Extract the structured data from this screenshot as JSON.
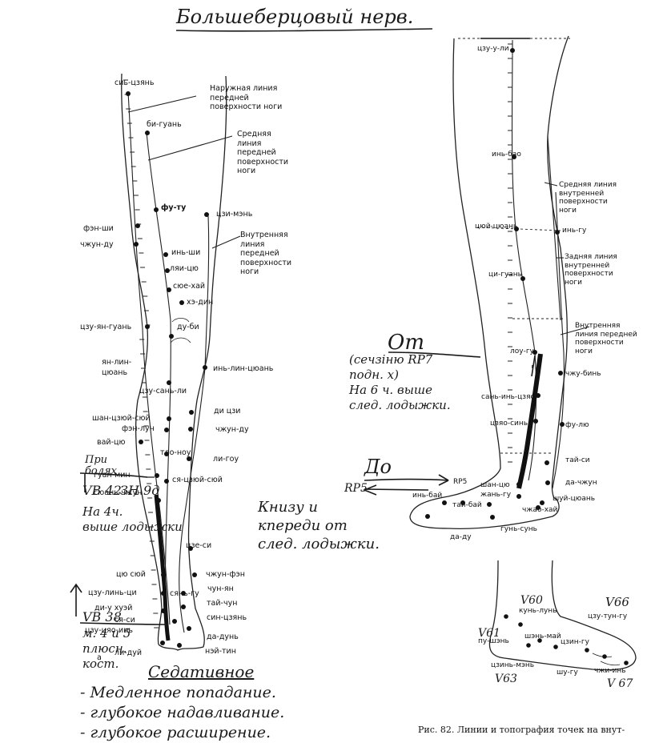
{
  "title": "Большеберцовый нерв.",
  "figure_caption": "Рис. 82. Линии и топография точек на внут-",
  "front_leg": {
    "lines": {
      "outer": "Наружная линия\nпередней\nповерхности ноги",
      "middle": "Средняя\nлиния\nпередней\nповерхности\nноги",
      "inner": "Внутренняя\nлиния\nпередней\nповерхности\nноги"
    },
    "points": [
      "сиь-цзянь",
      "би-гуань",
      "фэн-ши",
      "чжун-ду",
      "фу-ту",
      "цзи-мэнь",
      "инь-ши",
      "ляи-цю",
      "сюе-хай",
      "хэ-дин",
      "цзу-ян-гуань",
      "ду-би",
      "ян-лин-",
      "цюань",
      "инь-лин-цюань",
      "цзу-сань-ли",
      "ди цзи",
      "шан-цзюй-сюй",
      "фэн-лун",
      "чжун-ду",
      "вай-цю",
      "тло-ноу",
      "ли-гоу",
      "гуан-мин",
      "ся-цзюй-сюй",
      "сюань-чжун",
      "цзе-си",
      "цю сюй",
      "чжун-фэн",
      "цзу-линь-ци",
      "чун-ян",
      "ди-у хуэй",
      "сянь-гу",
      "тай-чун",
      "ся-си",
      "син-цзянь",
      "цзу-цяо-инь",
      "да-дунь",
      "ли-дуй",
      "нэй-тин",
      "а"
    ]
  },
  "side_leg": {
    "lines": {
      "middle_inner": "Средняя линия\nвнутренней\nповерхности\nноги",
      "posterior_inner": "Задняя линия\nвнутренней\nповерхности\nноги",
      "inner_anterior": "Внутренняя\nлиния передней\nповерхности\nноги"
    },
    "points": [
      "цзу-у-ли",
      "инь-бао",
      "цюй-цюань",
      "инь-гу",
      "ци-гуань",
      "лоу-гу",
      "чжу-бинь",
      "сань-инь-цзяо",
      "цзяо-синь",
      "фу-лю",
      "тай-си",
      "да-чжун",
      "шан-цю",
      "RP5",
      "жань-гу",
      "шуй-цюань",
      "инь-бай",
      "тай-бай",
      "чжао-хай",
      "да-ду",
      "гунь-сунь"
    ]
  },
  "foot_detail": {
    "points": [
      "кунь-лунь",
      "V60",
      "пу-шэнь",
      "V61",
      "шэнь-май",
      "цзин-гу",
      "цзу-тун-гу",
      "V66",
      "цзинь-мэнь",
      "V63",
      "шу-гу",
      "чжи-инь",
      "V 67"
    ]
  },
  "handwritten": {
    "ot_title": "От",
    "ot_note": "(сечзіню RP7\nподн. х)\nНа 6 ч. выше\nслед. лодыжки.",
    "do_title": "До",
    "do_note": "RP5",
    "below_note": "Книзу и\nкпереди от\nслед. лодыжки.",
    "left_note1": "При\nболях",
    "left_vb": "VB 42",
    "left_vb2": "ЗН 9д",
    "left_note2": "На 4ч.\nвыше лодыжки",
    "vb38": "VB 38",
    "m45": "м. 4 и 5\nплюсн.\nкост.",
    "sedative": "Седативное",
    "line1": "- Медленное попадание.",
    "line2": "- глубокое надавливание.",
    "line3": "- глубокое расширение."
  },
  "colors": {
    "ink": "#111111",
    "pen": "#1a1a1a"
  }
}
